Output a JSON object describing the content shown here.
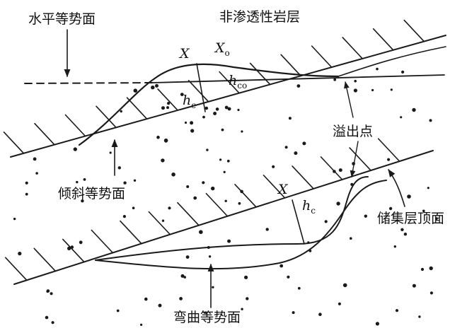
{
  "labels": {
    "horizontal_surface": "水平等势面",
    "impermeable_layer": "非渗透性岩层",
    "spill_point": "溢出点",
    "inclined_surface": "倾斜等势面",
    "reservoir_top": "储集层顶面",
    "curved_surface": "弯曲等势面"
  },
  "symbols": {
    "x_upper": "X",
    "x0": {
      "base": "X",
      "sub": "o"
    },
    "hc0": {
      "base": "h",
      "sub": "co"
    },
    "hc_upper": {
      "base": "h",
      "sub": "c"
    },
    "x_lower": "X",
    "hc_lower": {
      "base": "h",
      "sub": "c"
    }
  },
  "colors": {
    "ink": "#1a1a1a",
    "background": "#ffffff"
  }
}
